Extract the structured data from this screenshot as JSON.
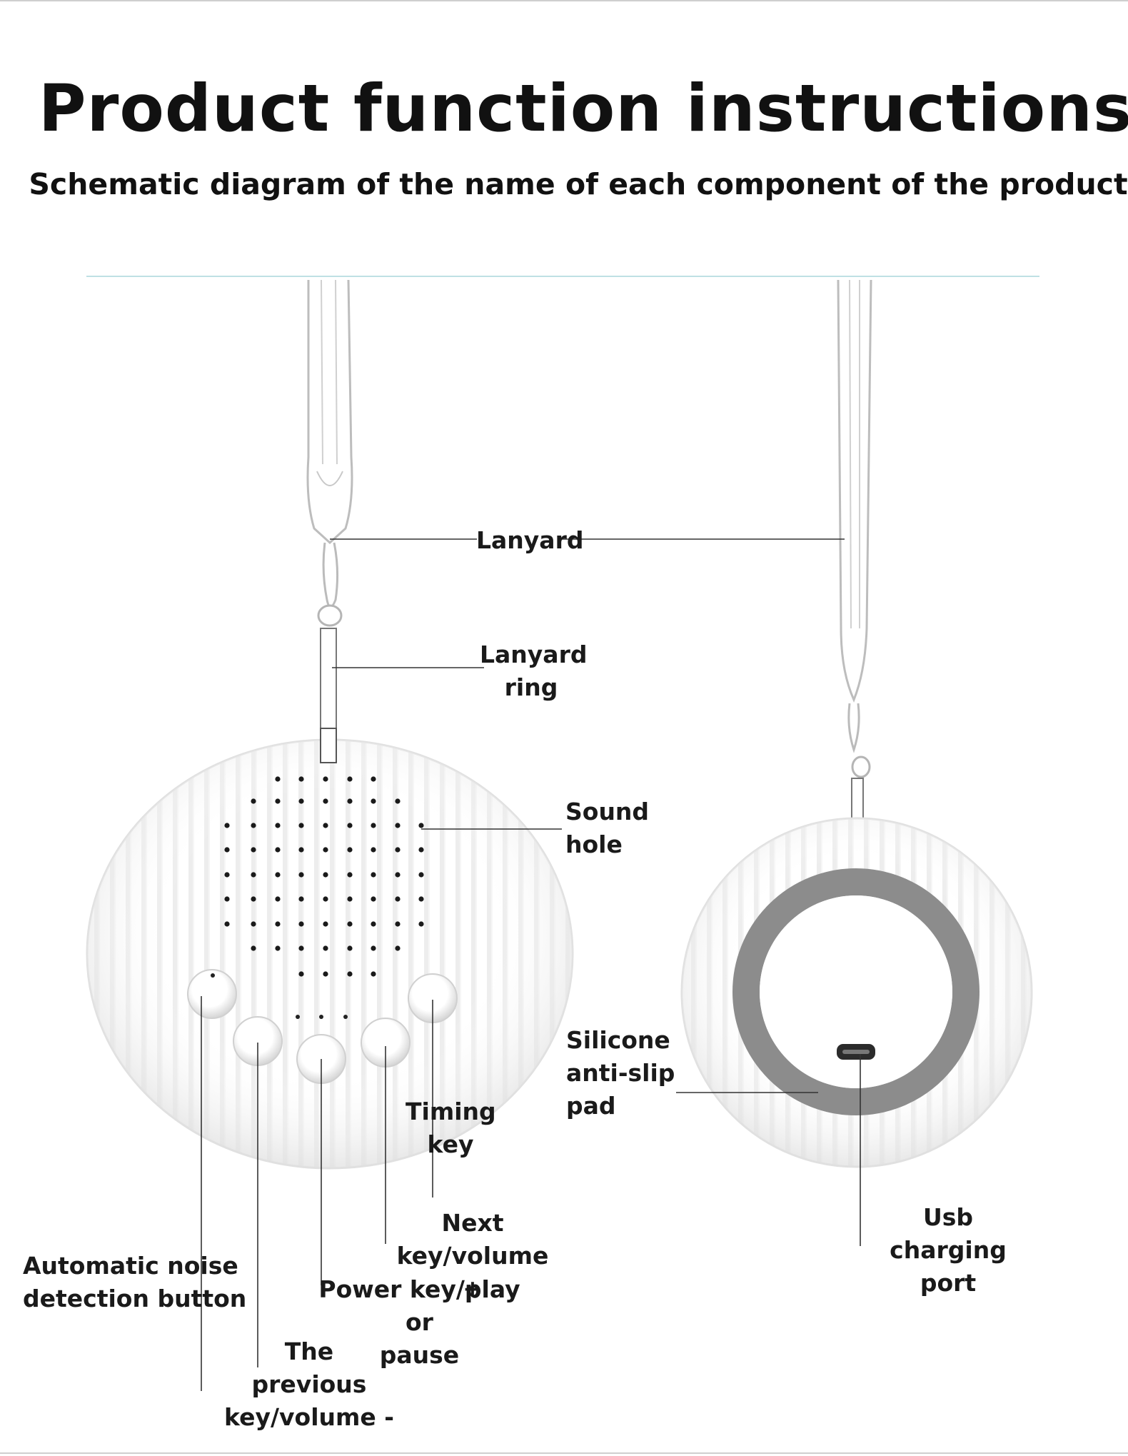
{
  "title": "Product function instructions",
  "subtitle": "Schematic diagram of the name of each component of the product",
  "labels": {
    "lanyard": "Lanyard",
    "lanyard_ring": [
      "Lanyard",
      "ring"
    ],
    "sound_hole": [
      "Sound",
      "hole"
    ],
    "silicone_pad": [
      "Silicone",
      "anti-slip",
      "pad"
    ],
    "timing_key": [
      "Timing",
      "key"
    ],
    "next_key": [
      "Next key/volume",
      "+"
    ],
    "power_key": [
      "Power key/play or",
      "pause"
    ],
    "auto_noise": [
      "Automatic noise",
      "detection  button"
    ],
    "previous_key": [
      "The previous",
      "key/volume -"
    ],
    "usb_port": [
      "Usb charging",
      "port"
    ]
  },
  "colors": {
    "device_body": "#ffffff",
    "device_ribs": "#e6e6e6",
    "anti_slip_pad": "#8c8c8c",
    "leader_line": "#333333",
    "divider": "#bfe0e4"
  }
}
